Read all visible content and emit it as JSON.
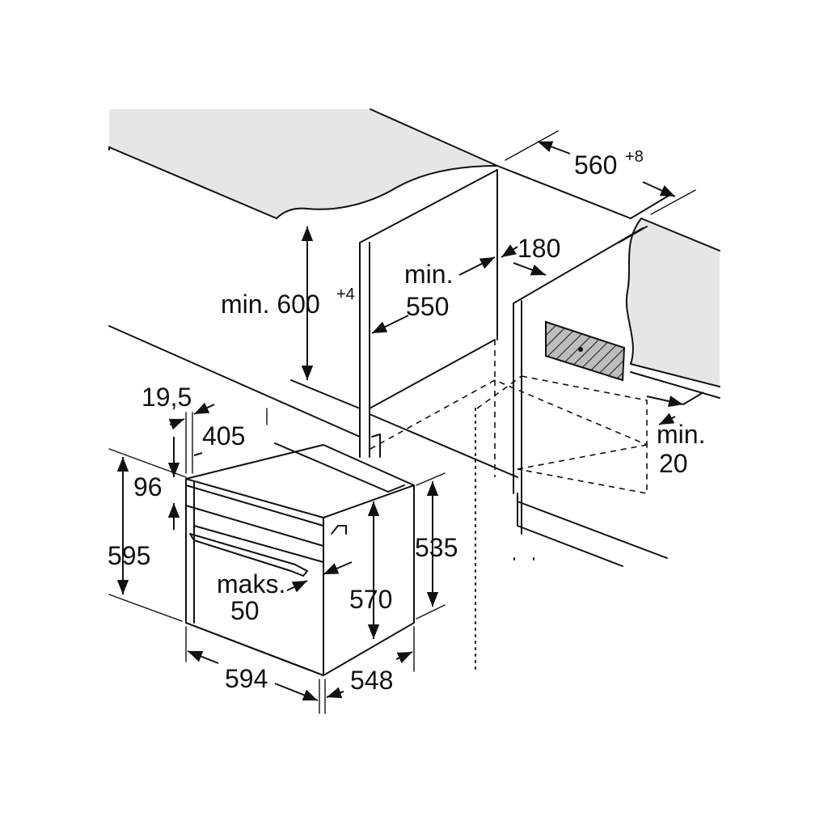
{
  "dimensions": {
    "cabinet_height_main": "min. 600",
    "cabinet_height_sup": "+4",
    "cabinet_depth_l1": "min.",
    "cabinet_depth_l2": "550",
    "cabinet_width_main": "560",
    "cabinet_width_sup": "+8",
    "vent_width": "180",
    "rear_gap_l1": "min.",
    "rear_gap_l2": "20",
    "oven_control_offset": "19,5",
    "oven_body_depth": "405",
    "oven_panel_height": "96",
    "oven_height": "595",
    "oven_front_height": "570",
    "oven_body_height": "535",
    "handle_projection_l1": "maks.",
    "handle_projection_l2": "50",
    "oven_width": "594",
    "oven_depth": "548"
  },
  "colors": {
    "countertop_fill": "#e6e6e6",
    "line": "#111111",
    "background": "#ffffff"
  }
}
